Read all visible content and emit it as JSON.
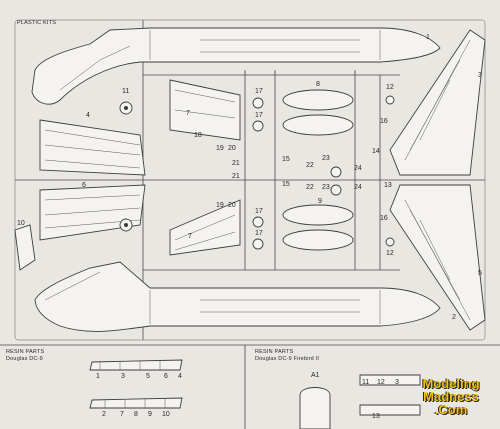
{
  "sections": {
    "plastic": "PLASTIC KITS",
    "resin_left_title": "RESIN PARTS",
    "resin_left_sub": "Douglas DC-9",
    "resin_right_title": "RESIN PARTS",
    "resin_right_sub": "Douglas DC-9 Firebird II"
  },
  "part_numbers": {
    "p1": "1",
    "p2": "2",
    "p3": "3",
    "p4": "4",
    "p5": "5",
    "p6": "6",
    "p7a": "7",
    "p7b": "7",
    "p8": "8",
    "p9": "9",
    "p10": "10",
    "p11": "11",
    "p12a": "12",
    "p12b": "12",
    "p13": "13",
    "p14": "14",
    "p15a": "15",
    "p15b": "15",
    "p16a": "16",
    "p16b": "16",
    "p17a": "17",
    "p17b": "17",
    "p17c": "17",
    "p17d": "17",
    "p18": "18",
    "p19a": "19",
    "p19b": "19",
    "p20a": "20",
    "p20b": "20",
    "p21a": "21",
    "p21b": "21",
    "p22a": "22",
    "p22b": "22",
    "p23a": "23",
    "p23b": "23",
    "p24a": "24",
    "p24b": "24"
  },
  "resin_left_numbers": {
    "top": [
      "1",
      "3",
      "5",
      "6",
      "4"
    ],
    "bottom": [
      "2",
      "7",
      "8",
      "9",
      "10"
    ]
  },
  "resin_right_numbers": {
    "a1": "A1",
    "top": [
      "11",
      "12",
      "3"
    ],
    "bottom": [
      "13"
    ]
  },
  "watermark": {
    "line1": "Modeling",
    "line2": "Madness",
    "line3": ".Com",
    "color": "#f3c21b"
  }
}
